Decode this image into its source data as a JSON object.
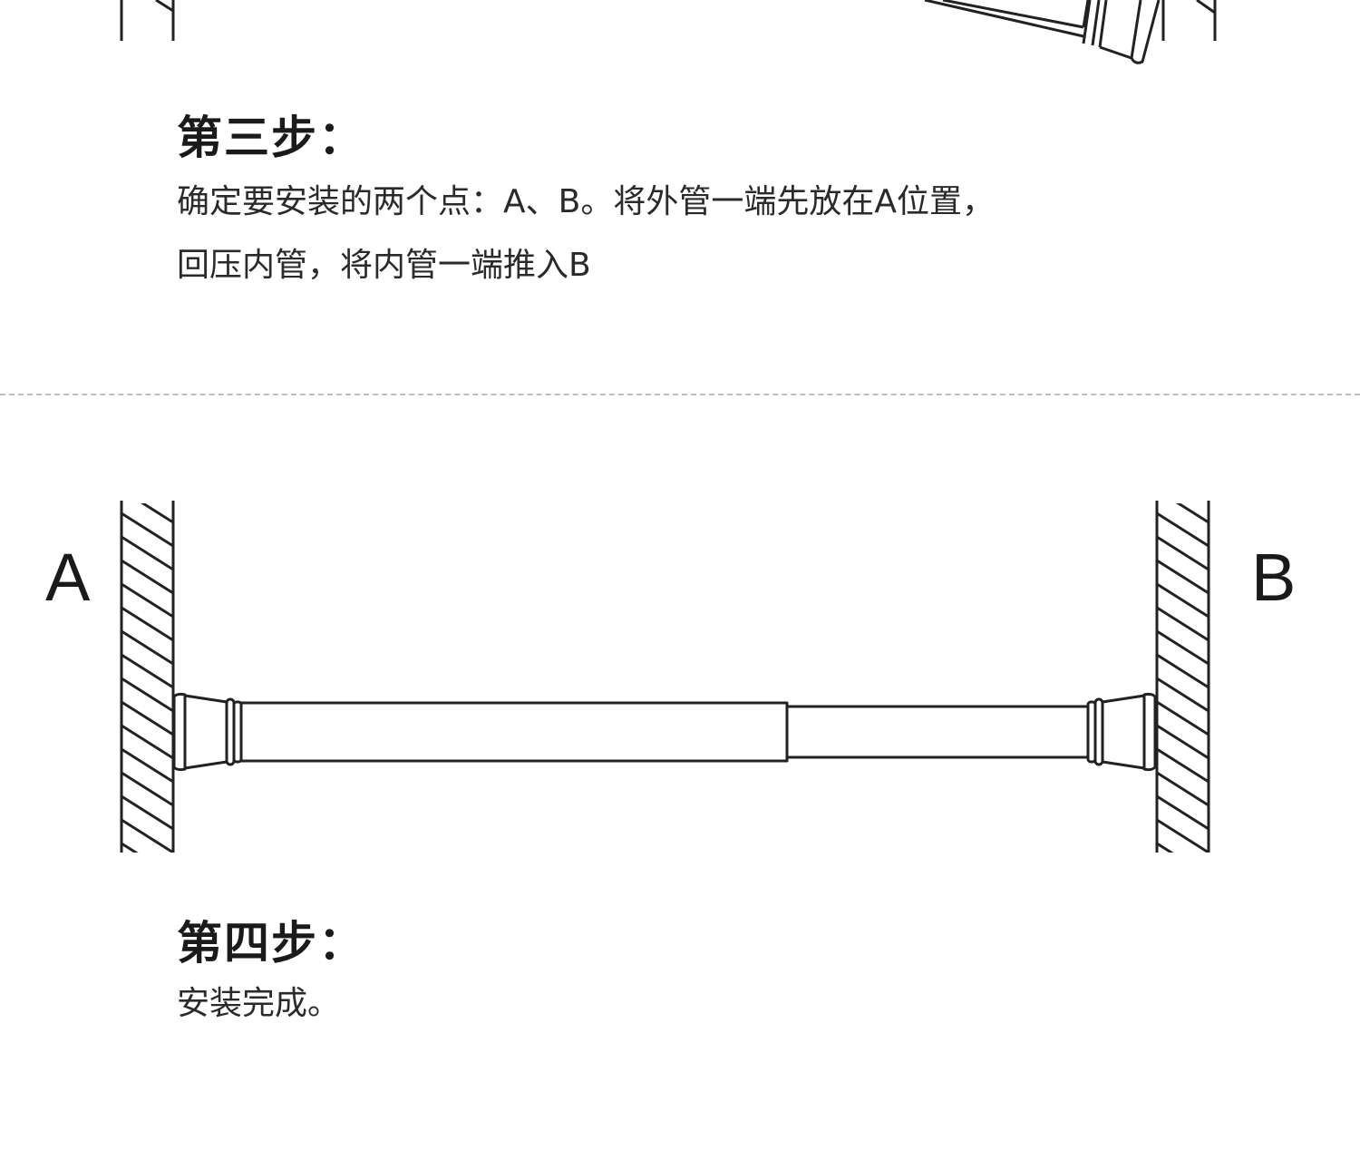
{
  "step3": {
    "title": "第三步：",
    "lines": [
      "确定要安装的两个点：A、B。将外管一端先放在A位置，",
      "回压内管，将内管一端推入B"
    ]
  },
  "step4": {
    "title": "第四步：",
    "desc": "安装完成。"
  },
  "points": {
    "a": "A",
    "b": "B"
  },
  "colors": {
    "stroke": "#222222",
    "text": "#1a1a1a",
    "divider": "#bdbdbd"
  }
}
